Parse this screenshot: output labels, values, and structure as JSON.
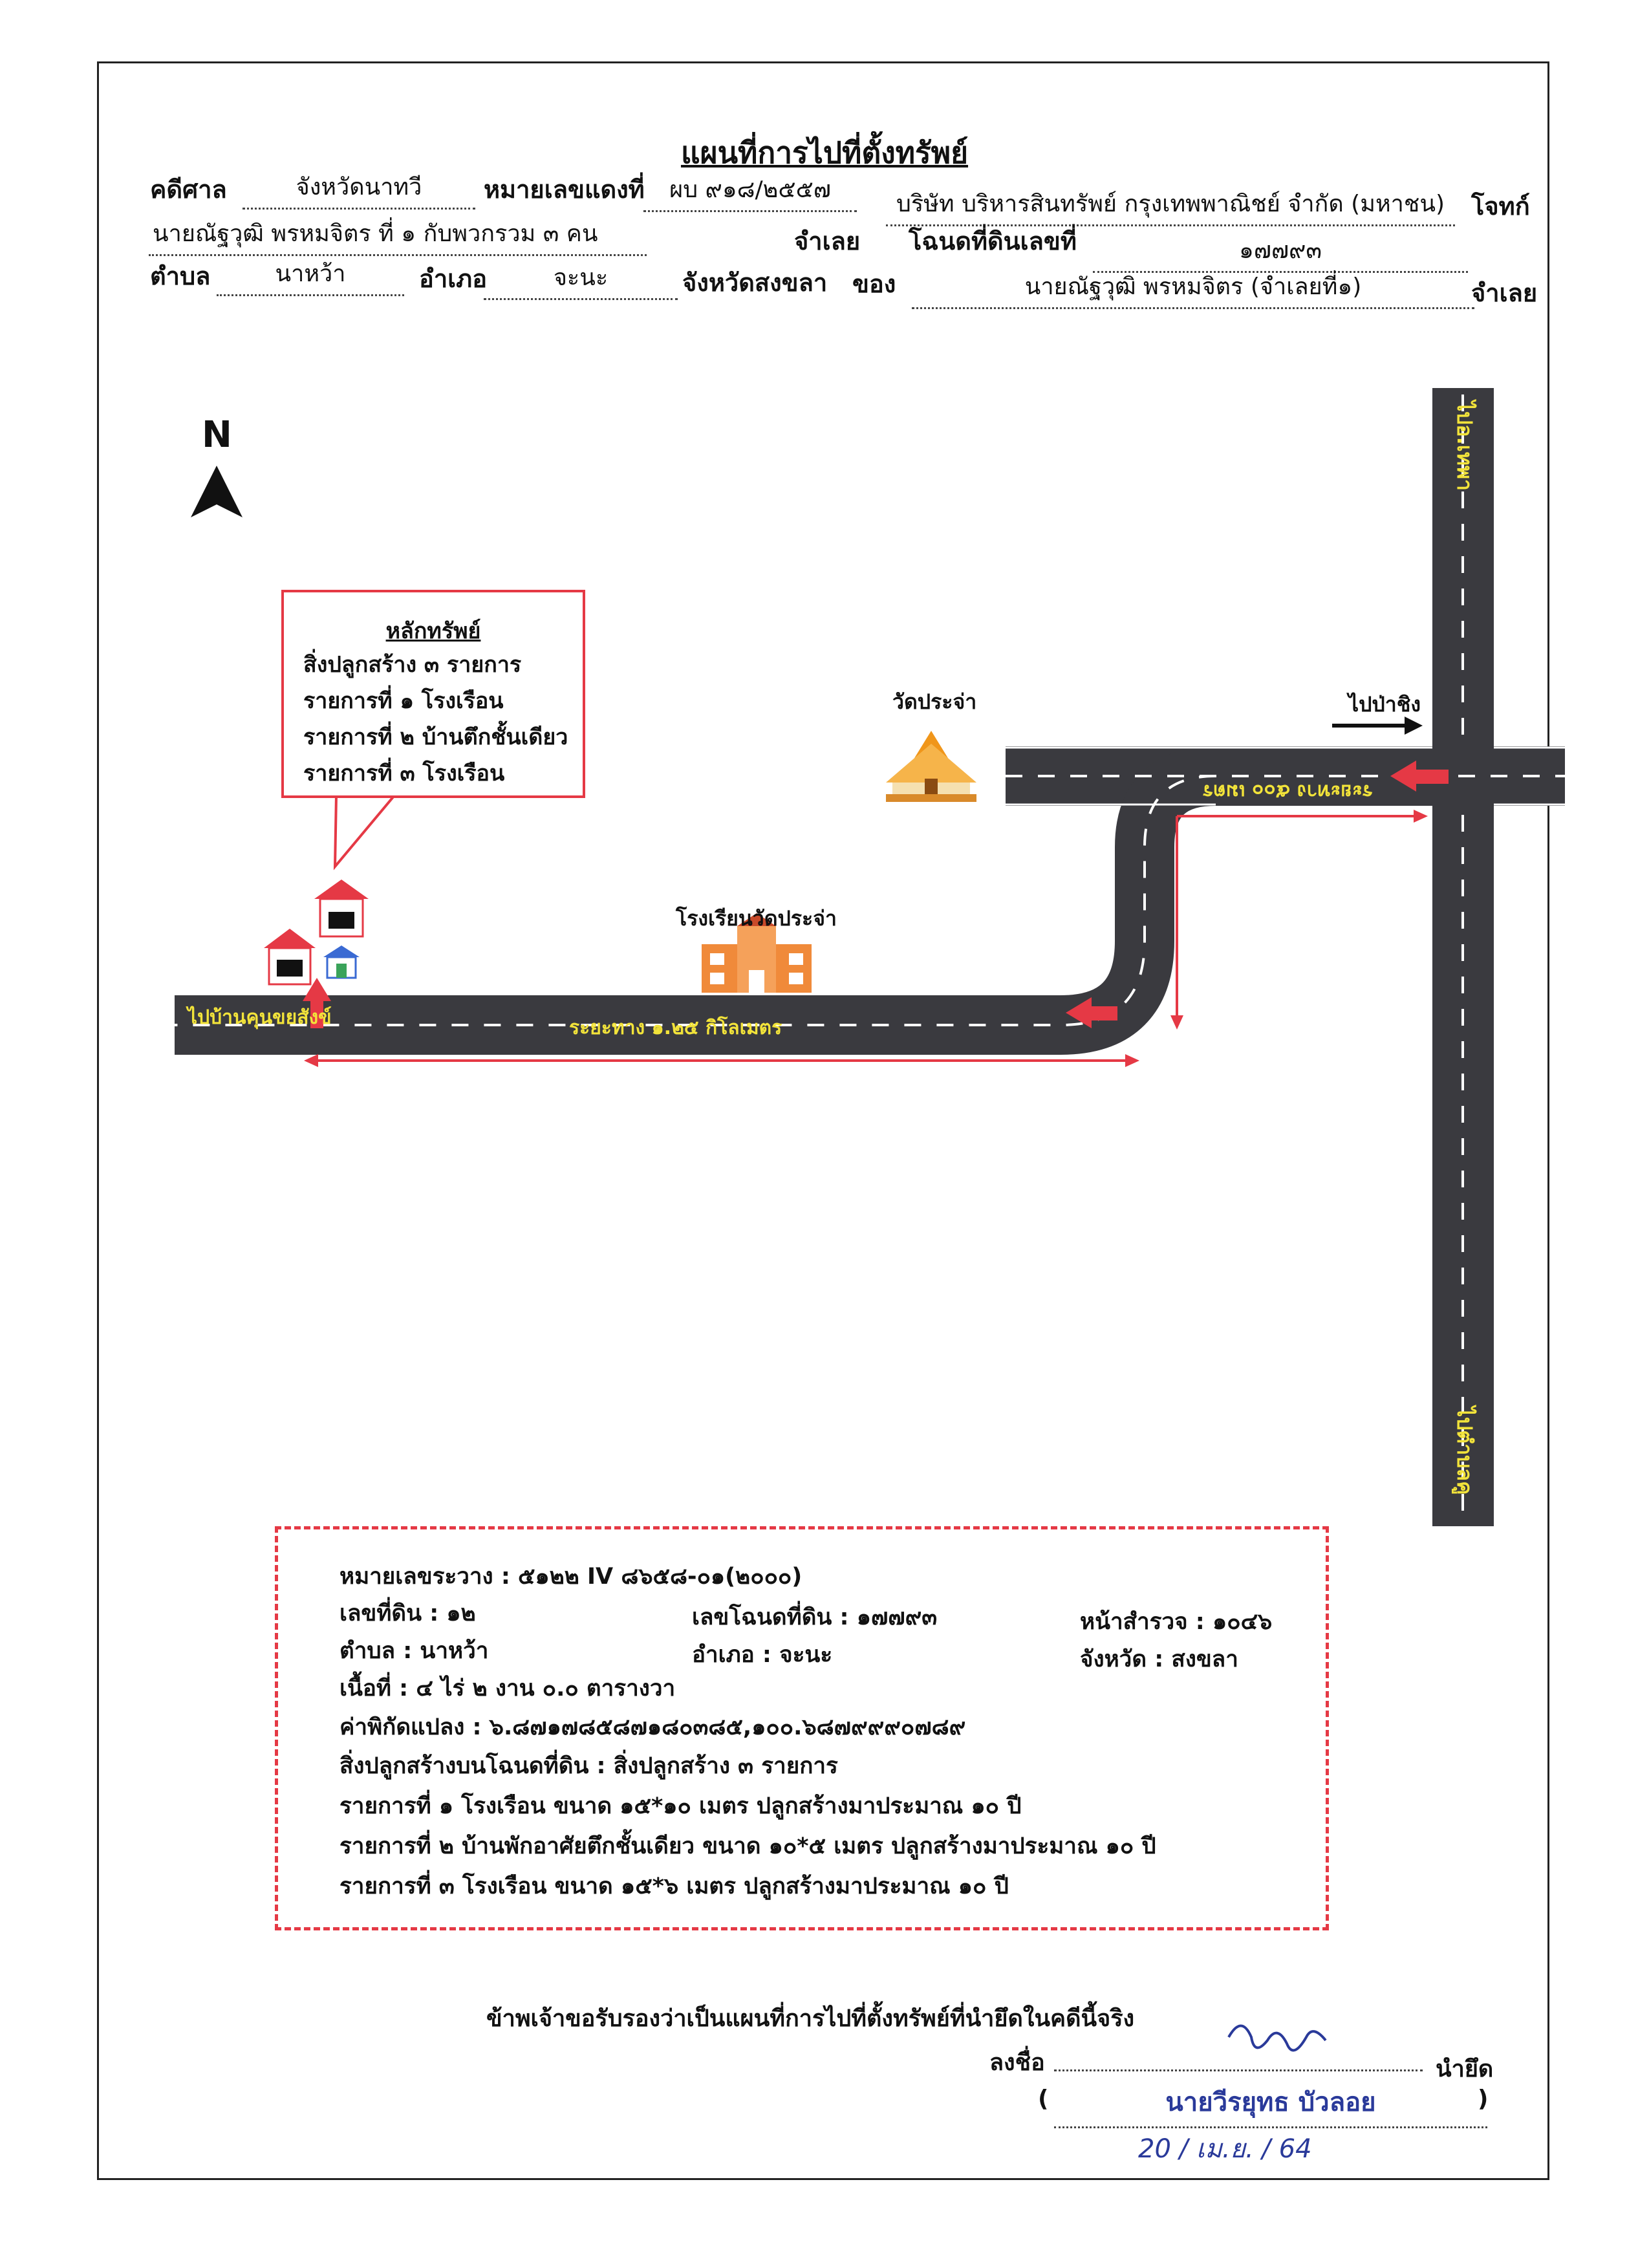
{
  "header": {
    "title": "แผนที่การไปที่ตั้งทรัพย์",
    "court_label": "คดีศาล",
    "court_value": "จังหวัดนาทวี",
    "redcase_label": "หมายเลขแดงที่",
    "redcase_value": "ผบ ๙๑๘/๒๕๕๗",
    "plaintiff_value": "บริษัท บริหารสินทรัพย์ กรุงเทพพาณิชย์ จำกัด (มหาชน)",
    "plaintiff_label": "โจทก์",
    "defendant_value": "นายณัฐวุฒิ พรหมจิตร ที่ ๑ กับพวกรวม ๓ คน",
    "defendant_label": "จำเลย",
    "deed_label": "โฉนดที่ดินเลขที่",
    "deed_value": "๑๗๗๙๓",
    "subdistrict_label": "ตำบล",
    "subdistrict_value": "นาหว้า",
    "district_label": "อำเภอ",
    "district_value": "จะนะ",
    "province_label": "จังหวัดสงขลา",
    "of_label": "ของ",
    "owner_value": "นายณัฐวุฒิ พรหมจิตร (จำเลยที่๑)",
    "owner_role": "จำเลย"
  },
  "map": {
    "north_label": "N",
    "callout": {
      "title": "หลักทรัพย์",
      "lines": [
        "สิ่งปลูกสร้าง ๓ รายการ",
        "รายการที่ ๑ โรงเรือน",
        "รายการที่ ๒ บ้านตึกชั้นเดียว",
        "รายการที่ ๓ โรงเรือน"
      ]
    },
    "temple_label": "วัดประจ่า",
    "school_label": "โรงเรียนวัดประจ่า",
    "to_pachinga_label": "ไปป่าชิง",
    "road_top_label": "ไปอ.เทพา",
    "road_bottom_label": "ไปตำบลคู",
    "road_left_label": "ไปบ้านคุนขยสังข์",
    "distance_main_label": "ระยะทาง ๑.๒๕ กิโลเมตร",
    "distance_upper_label": "ระยะทาง ๕๐๐ เมตร",
    "colors": {
      "road": "#3a3a3f",
      "accent_red": "#e53945",
      "label_yellow": "#f2e33a"
    }
  },
  "info": {
    "sheet": "หมายเลขระวาง : ๕๑๒๒ IV ๘๖๕๘-๐๑(๒๐๐๐)",
    "parcel": "เลขที่ดิน : ๑๒",
    "deed_no": "เลขโฉนดที่ดิน : ๑๗๗๙๓",
    "survey_page": "หน้าสำรวจ : ๑๐๔๖",
    "subdistrict": "ตำบล : นาหว้า",
    "district": "อำเภอ : จะนะ",
    "province": "จังหวัด : สงขลา",
    "area": "เนื้อที่ : ๔ ไร่ ๒ งาน ๐.๐ ตารางวา",
    "coords": "ค่าพิกัดแปลง : ๖.๘๗๑๗๘๕๘๗๑๘๐๓๘๕,๑๐๐.๖๘๗๙๙๙๐๗๘๙",
    "structures": "สิ่งปลูกสร้างบนโฉนดที่ดิน : สิ่งปลูกสร้าง ๓ รายการ",
    "item1": "รายการที่ ๑ โรงเรือน ขนาด ๑๕*๑๐ เมตร ปลูกสร้างมาประมาณ ๑๐ ปี",
    "item2": "รายการที่ ๒ บ้านพักอาศัยตึกชั้นเดียว ขนาด ๑๐*๕ เมตร ปลูกสร้างมาประมาณ ๑๐ ปี",
    "item3": "รายการที่ ๓ โรงเรือน ขนาด ๑๕*๖ เมตร ปลูกสร้างมาประมาณ ๑๐ ปี"
  },
  "footer": {
    "certify": "ข้าพเจ้าขอรับรองว่าเป็นแผนที่การไปที่ตั้งทรัพย์ที่นำยึดในคดีนี้จริง",
    "sign_label": "ลงชื่อ",
    "role": "นำยึด",
    "open_paren": "(",
    "name": "นายวีรยุทธ บัวลอย",
    "close_paren": ")",
    "date": "20 / เม.ย. / 64"
  }
}
